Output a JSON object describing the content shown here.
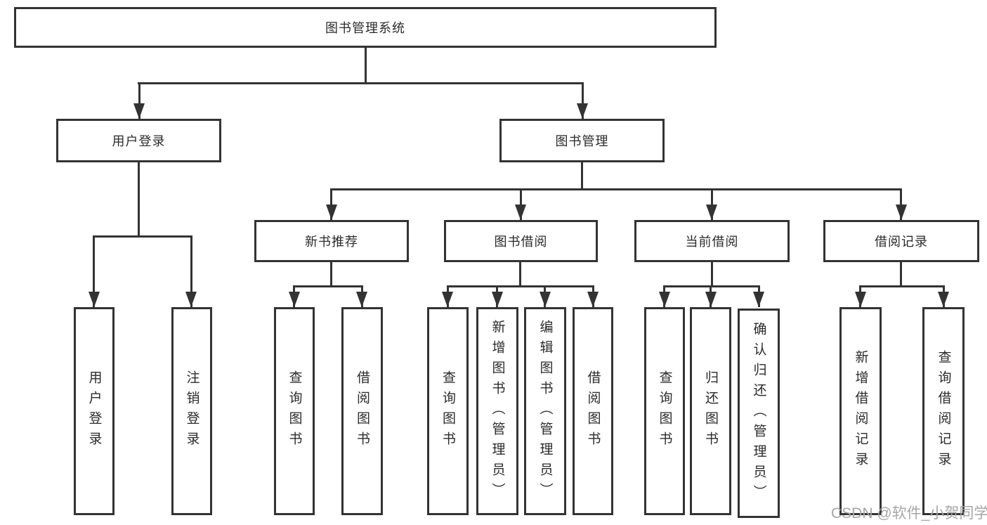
{
  "tree": {
    "label": "图书管理系统",
    "children": [
      {
        "label": "用户登录",
        "children": [
          {
            "label": "用户登录"
          },
          {
            "label": "注销登录"
          }
        ]
      },
      {
        "label": "图书管理",
        "children": [
          {
            "label": "新书推荐",
            "children": [
              {
                "label": "查询图书"
              },
              {
                "label": "借阅图书"
              }
            ]
          },
          {
            "label": "图书借阅",
            "children": [
              {
                "label": "查询图书"
              },
              {
                "label": "新增图书（管理员）"
              },
              {
                "label": "编辑图书（管理员）"
              },
              {
                "label": "借阅图书"
              }
            ]
          },
          {
            "label": "当前借阅",
            "children": [
              {
                "label": "查询图书"
              },
              {
                "label": "归还图书"
              },
              {
                "label": "确认归还（管理员）"
              }
            ]
          },
          {
            "label": "借阅记录",
            "children": [
              {
                "label": "新增借阅记录"
              },
              {
                "label": "查询借阅记录"
              }
            ]
          }
        ]
      }
    ]
  },
  "watermark": {
    "text": "CSDN @软件_小贺同学"
  },
  "colors": {
    "line": "#333333",
    "text": "#2b2b2b",
    "background": "#ffffff",
    "watermark": "#a6a6a6"
  }
}
